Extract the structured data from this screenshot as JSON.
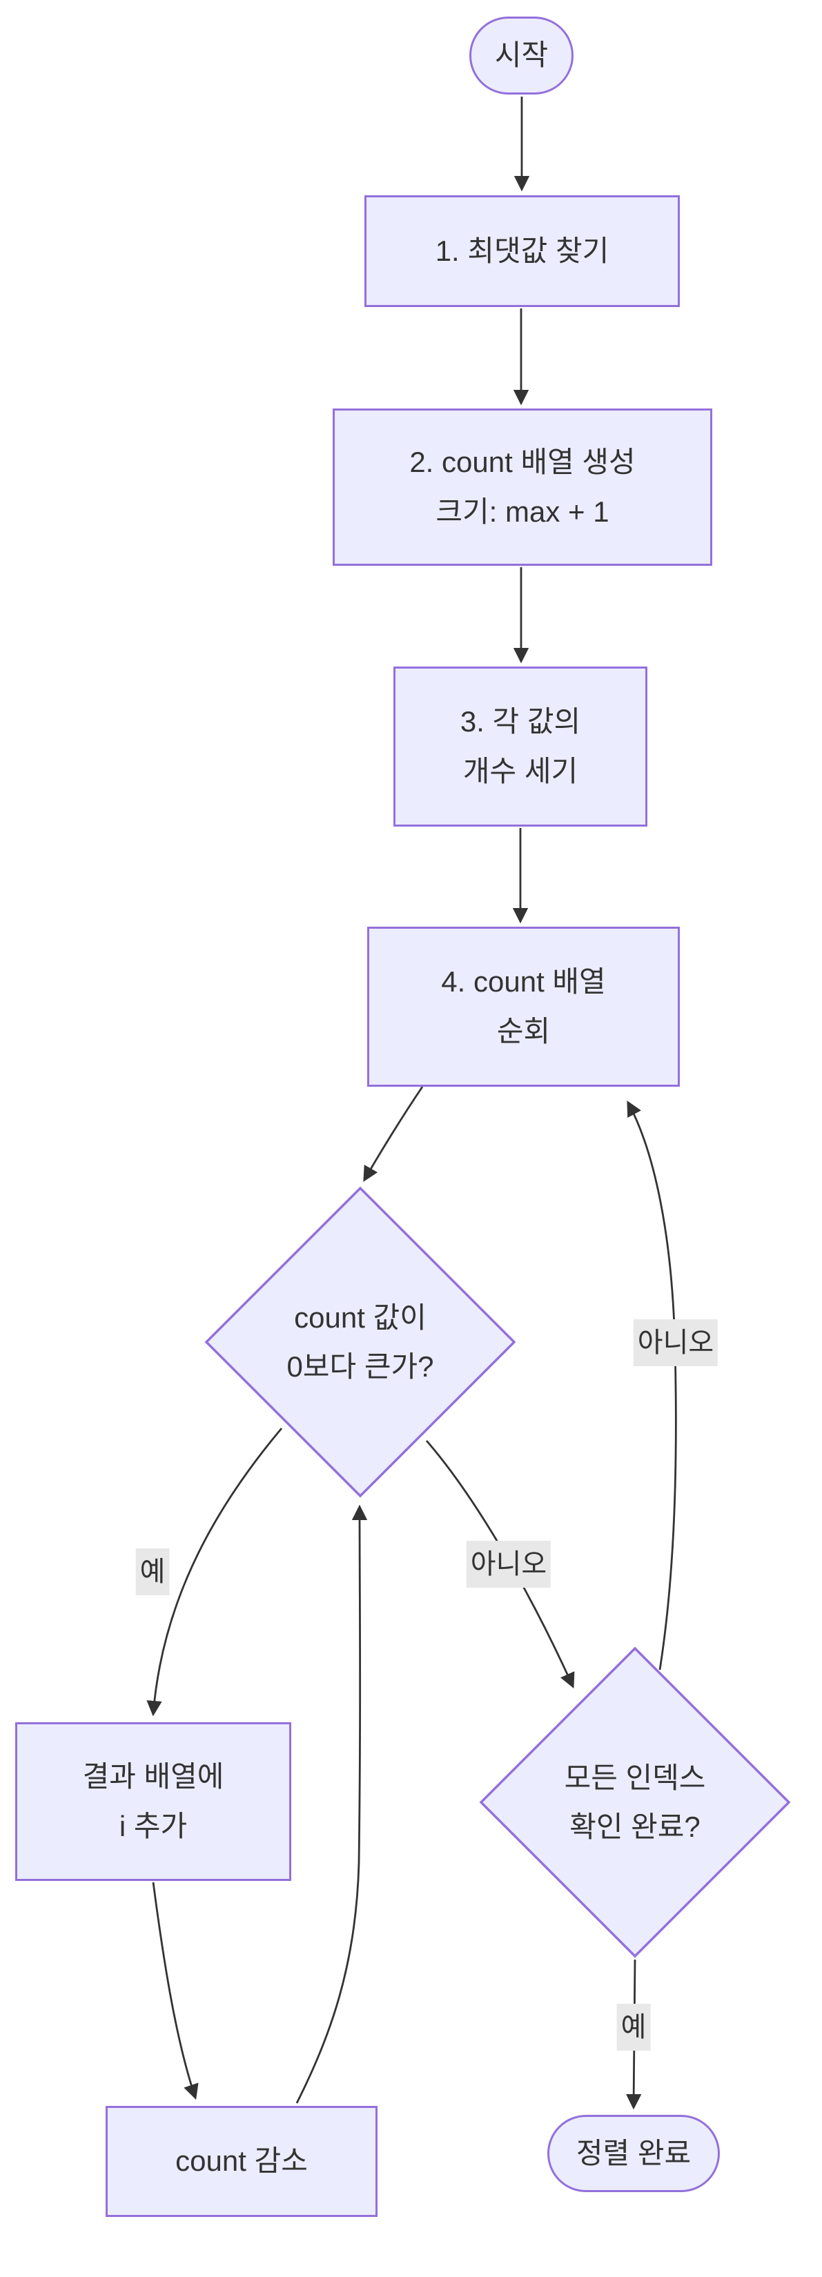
{
  "diagram": {
    "type": "flowchart",
    "direction": "top-down",
    "colors": {
      "node_fill": "#ECECFF",
      "node_border": "#9370DB",
      "edge": "#333333",
      "text": "#333333",
      "edge_label_bg": "#e8e8e8",
      "background": "#ffffff"
    },
    "nodes": {
      "start": {
        "shape": "stadium",
        "lines": [
          "시작"
        ]
      },
      "step1": {
        "shape": "rectangle",
        "lines": [
          "1. 최댓값 찾기"
        ]
      },
      "step2": {
        "shape": "rectangle",
        "lines": [
          "2. count 배열 생성",
          "크기: max + 1"
        ]
      },
      "step3": {
        "shape": "rectangle",
        "lines": [
          "3. 각 값의",
          "개수 세기"
        ]
      },
      "step4": {
        "shape": "rectangle",
        "lines": [
          "4. count 배열",
          "순회"
        ]
      },
      "decision_count": {
        "shape": "diamond",
        "lines": [
          "count 값이",
          "0보다 큰가?"
        ]
      },
      "add_result": {
        "shape": "rectangle",
        "lines": [
          "결과 배열에",
          "i 추가"
        ]
      },
      "decision_index": {
        "shape": "diamond",
        "lines": [
          "모든 인덱스",
          "확인 완료?"
        ]
      },
      "decrement": {
        "shape": "rectangle",
        "lines": [
          "count 감소"
        ]
      },
      "end": {
        "shape": "stadium",
        "lines": [
          "정렬 완료"
        ]
      }
    },
    "edge_labels": {
      "yes1": "예",
      "no1": "아니오",
      "no2": "아니오",
      "yes2": "예"
    }
  }
}
